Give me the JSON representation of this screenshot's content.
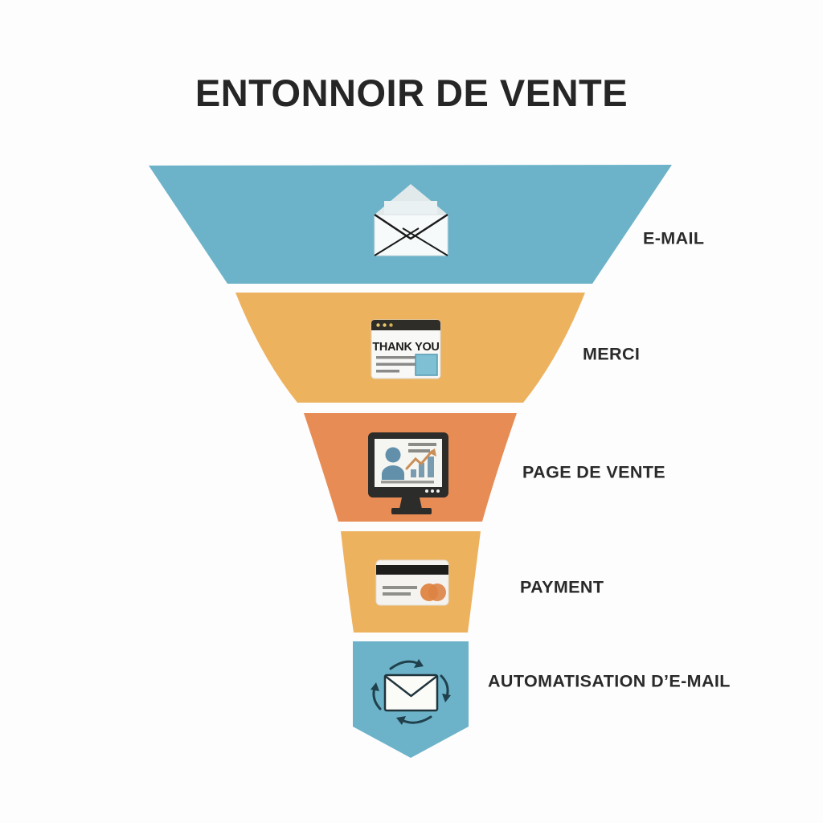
{
  "title": "ENTONNOIR DE VENTE",
  "colors": {
    "background": "#fdfdfd",
    "blue": "#6cb3c9",
    "yellow": "#edb25e",
    "orange": "#e88c55",
    "text": "#2a2a2a"
  },
  "funnel": {
    "stages": [
      {
        "label": "E-MAIL",
        "color": "#6cb3c9",
        "icon": "open-envelope-icon"
      },
      {
        "label": "MERCI",
        "color": "#edb25e",
        "icon": "thank-you-page-icon",
        "icon_text": "THANK YOU"
      },
      {
        "label": "PAGE DE VENTE",
        "color": "#e88c55",
        "icon": "sales-page-monitor-icon"
      },
      {
        "label": "PAYMENT",
        "color": "#edb25e",
        "icon": "credit-card-icon"
      },
      {
        "label": "AUTOMATISATION D’E-MAIL",
        "color": "#6cb3c9",
        "icon": "email-automation-icon"
      }
    ]
  }
}
